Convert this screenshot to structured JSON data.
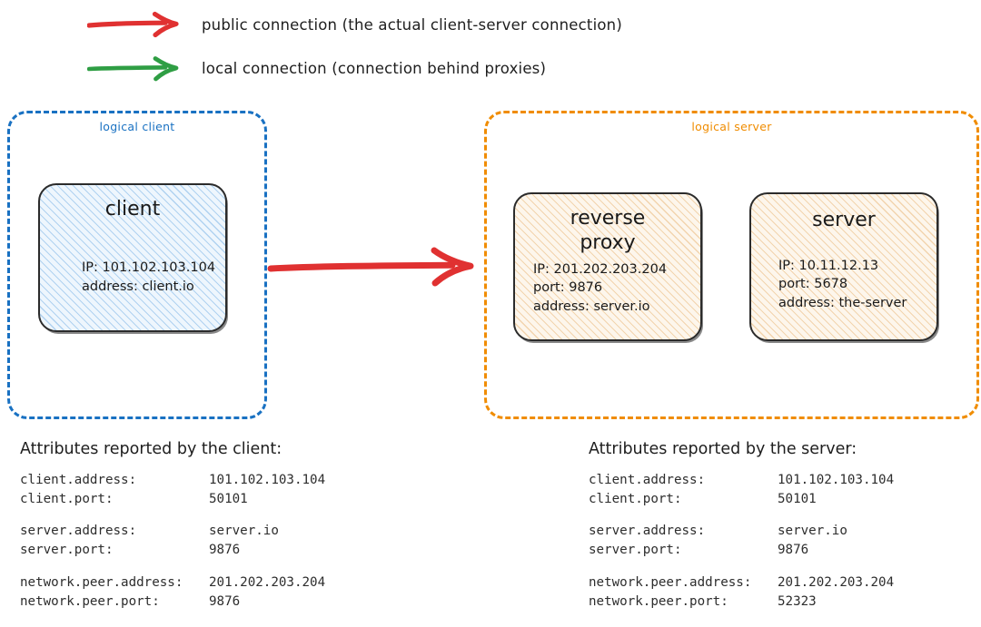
{
  "legend": {
    "items": [
      {
        "icon": "arrow-right-red-icon",
        "color": "#e03131",
        "label": "public connection (the actual client-server connection)"
      },
      {
        "icon": "arrow-right-green-icon",
        "color": "#2f9e44",
        "label": "local connection (connection behind proxies)"
      }
    ]
  },
  "groups": {
    "client": {
      "label": "logical client",
      "color": "#1971c2"
    },
    "server": {
      "label": "logical server",
      "color": "#f08c00"
    }
  },
  "nodes": {
    "client": {
      "title": "client",
      "lines": [
        "IP: 101.102.103.104",
        "address: client.io"
      ]
    },
    "reverse_proxy": {
      "title": "reverse\nproxy",
      "lines": [
        "IP: 201.202.203.204",
        "port: 9876",
        "address: server.io"
      ]
    },
    "server": {
      "title": "server",
      "lines": [
        "IP: 10.11.12.13",
        "port: 5678",
        "address: the-server"
      ]
    }
  },
  "connection": {
    "icon": "arrow-right-red-icon",
    "color": "#e03131"
  },
  "attributes": {
    "client_panel": {
      "title": "Attributes reported by the client:",
      "groups": [
        [
          {
            "key": "client.address:",
            "value": "101.102.103.104"
          },
          {
            "key": "client.port:",
            "value": "50101"
          }
        ],
        [
          {
            "key": "server.address:",
            "value": "server.io"
          },
          {
            "key": "server.port:",
            "value": "9876"
          }
        ],
        [
          {
            "key": "network.peer.address:",
            "value": "201.202.203.204"
          },
          {
            "key": "network.peer.port:",
            "value": "9876"
          }
        ]
      ]
    },
    "server_panel": {
      "title": "Attributes reported by the server:",
      "groups": [
        [
          {
            "key": "client.address:",
            "value": "101.102.103.104"
          },
          {
            "key": "client.port:",
            "value": "50101"
          }
        ],
        [
          {
            "key": "server.address:",
            "value": "server.io"
          },
          {
            "key": "server.port:",
            "value": "9876"
          }
        ],
        [
          {
            "key": "network.peer.address:",
            "value": "201.202.203.204"
          },
          {
            "key": "network.peer.port:",
            "value": "52323"
          }
        ]
      ]
    }
  }
}
